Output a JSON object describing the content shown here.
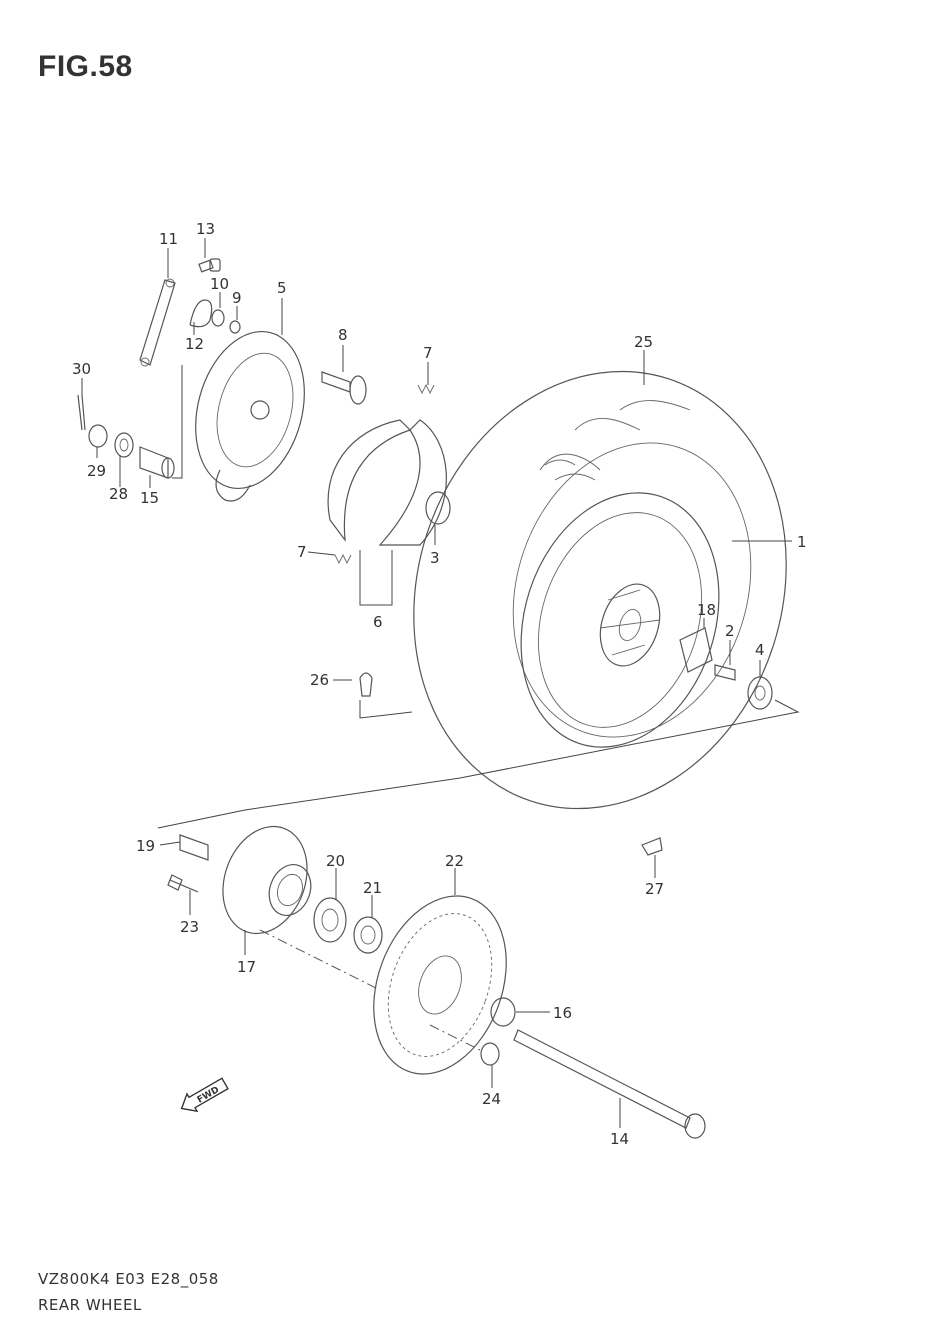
{
  "header": {
    "figure_title": "FIG.58"
  },
  "footer": {
    "model_code": "VZ800K4 E03 E28_058",
    "section_name": "REAR WHEEL"
  },
  "callouts": {
    "c1": "1",
    "c2": "2",
    "c3": "3",
    "c4": "4",
    "c5": "5",
    "c6": "6",
    "c7a": "7",
    "c7b": "7",
    "c8": "8",
    "c9": "9",
    "c10": "10",
    "c11": "11",
    "c12": "12",
    "c13": "13",
    "c14": "14",
    "c15": "15",
    "c16": "16",
    "c17": "17",
    "c18": "18",
    "c19": "19",
    "c20": "20",
    "c21": "21",
    "c22": "22",
    "c23": "23",
    "c24": "24",
    "c25": "25",
    "c26": "26",
    "c27": "27",
    "c28": "28",
    "c29": "29",
    "c30": "30"
  },
  "fwd_arrow": {
    "label": "FWD",
    "icon": "forward-arrow-icon"
  }
}
